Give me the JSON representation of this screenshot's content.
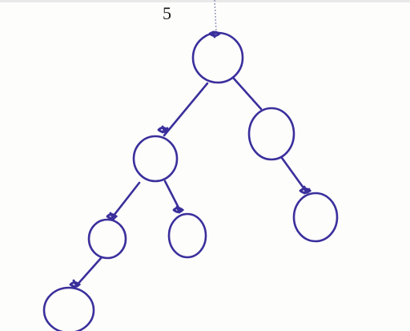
{
  "page": {
    "number_label": "5"
  },
  "tree": {
    "node_count": 7,
    "edge_count": 6,
    "ink_color": "#3a2f9c",
    "nodes": [
      {
        "id": "root"
      },
      {
        "id": "left-child"
      },
      {
        "id": "right-child"
      },
      {
        "id": "left-left-child"
      },
      {
        "id": "left-right-child"
      },
      {
        "id": "right-left-child"
      },
      {
        "id": "left-left-left-child"
      }
    ],
    "edges": [
      {
        "from": "root",
        "to": "left-child"
      },
      {
        "from": "root",
        "to": "right-child"
      },
      {
        "from": "left-child",
        "to": "left-left-child"
      },
      {
        "from": "left-child",
        "to": "left-right-child"
      },
      {
        "from": "right-child",
        "to": "right-left-child"
      },
      {
        "from": "left-left-child",
        "to": "left-left-left-child"
      }
    ]
  }
}
